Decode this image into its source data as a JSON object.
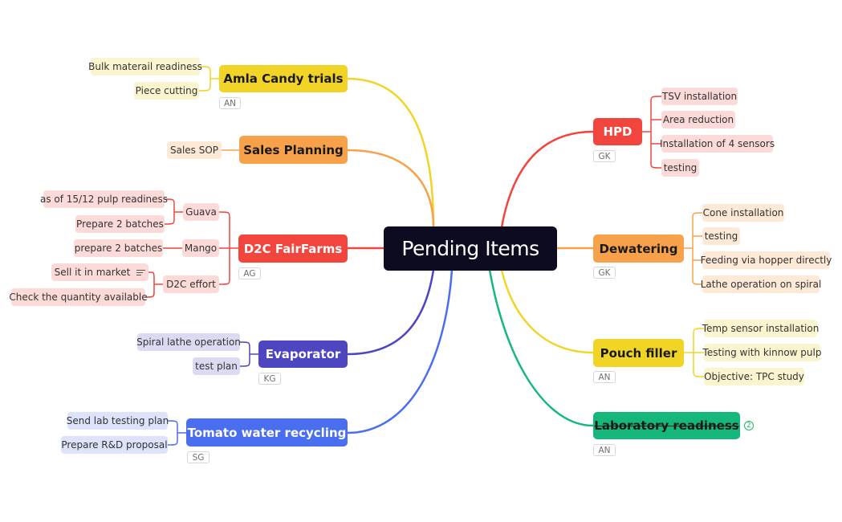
{
  "central": {
    "title": "Pending Items"
  },
  "colors": {
    "central_bg": "#0c0b1f",
    "yellow": "#f2d427",
    "orange": "#f7a24b",
    "red": "#f2453d",
    "indigo": "#4e45c1",
    "blue": "#4a6ef0",
    "green": "#16b77a"
  },
  "left_topics": [
    {
      "title": "Amla Candy trials",
      "tag": "AN",
      "children": [
        "Bulk materail readiness",
        "Piece cutting"
      ]
    },
    {
      "title": "Sales Planning",
      "children": [
        "Sales SOP"
      ]
    },
    {
      "title": "D2C FairFarms",
      "tag": "AG",
      "groups": [
        {
          "label": "Guava",
          "children": [
            "as of 15/12 pulp readiness",
            "Prepare 2 batches"
          ]
        },
        {
          "label": "Mango",
          "children": [
            "prepare 2 batches"
          ]
        },
        {
          "label": "D2C effort",
          "children": [
            "Sell it in market",
            "Check the quantity available"
          ]
        }
      ]
    },
    {
      "title": "Evaporator",
      "tag": "KG",
      "children": [
        "Spiral lathe operation",
        "test plan"
      ]
    },
    {
      "title": "Tomato water recycling",
      "tag": "SG",
      "children": [
        "Send lab testing plan",
        "Prepare R&D proposal"
      ]
    }
  ],
  "right_topics": [
    {
      "title": "HPD",
      "tag": "GK",
      "children": [
        "TSV installation",
        "Area reduction",
        "Installation of 4 sensors",
        "testing"
      ]
    },
    {
      "title": "Dewatering",
      "tag": "GK",
      "children": [
        "Cone installation",
        "testing",
        "Feeding via hopper directly",
        "Lathe operation on spiral"
      ]
    },
    {
      "title": "Pouch filler",
      "tag": "AN",
      "children": [
        "Temp sensor installation",
        "Testing with kinnow pulp",
        "Objective: TPC study"
      ]
    },
    {
      "title": "Laboratory readiness",
      "tag": "AN",
      "badge": "2"
    }
  ]
}
